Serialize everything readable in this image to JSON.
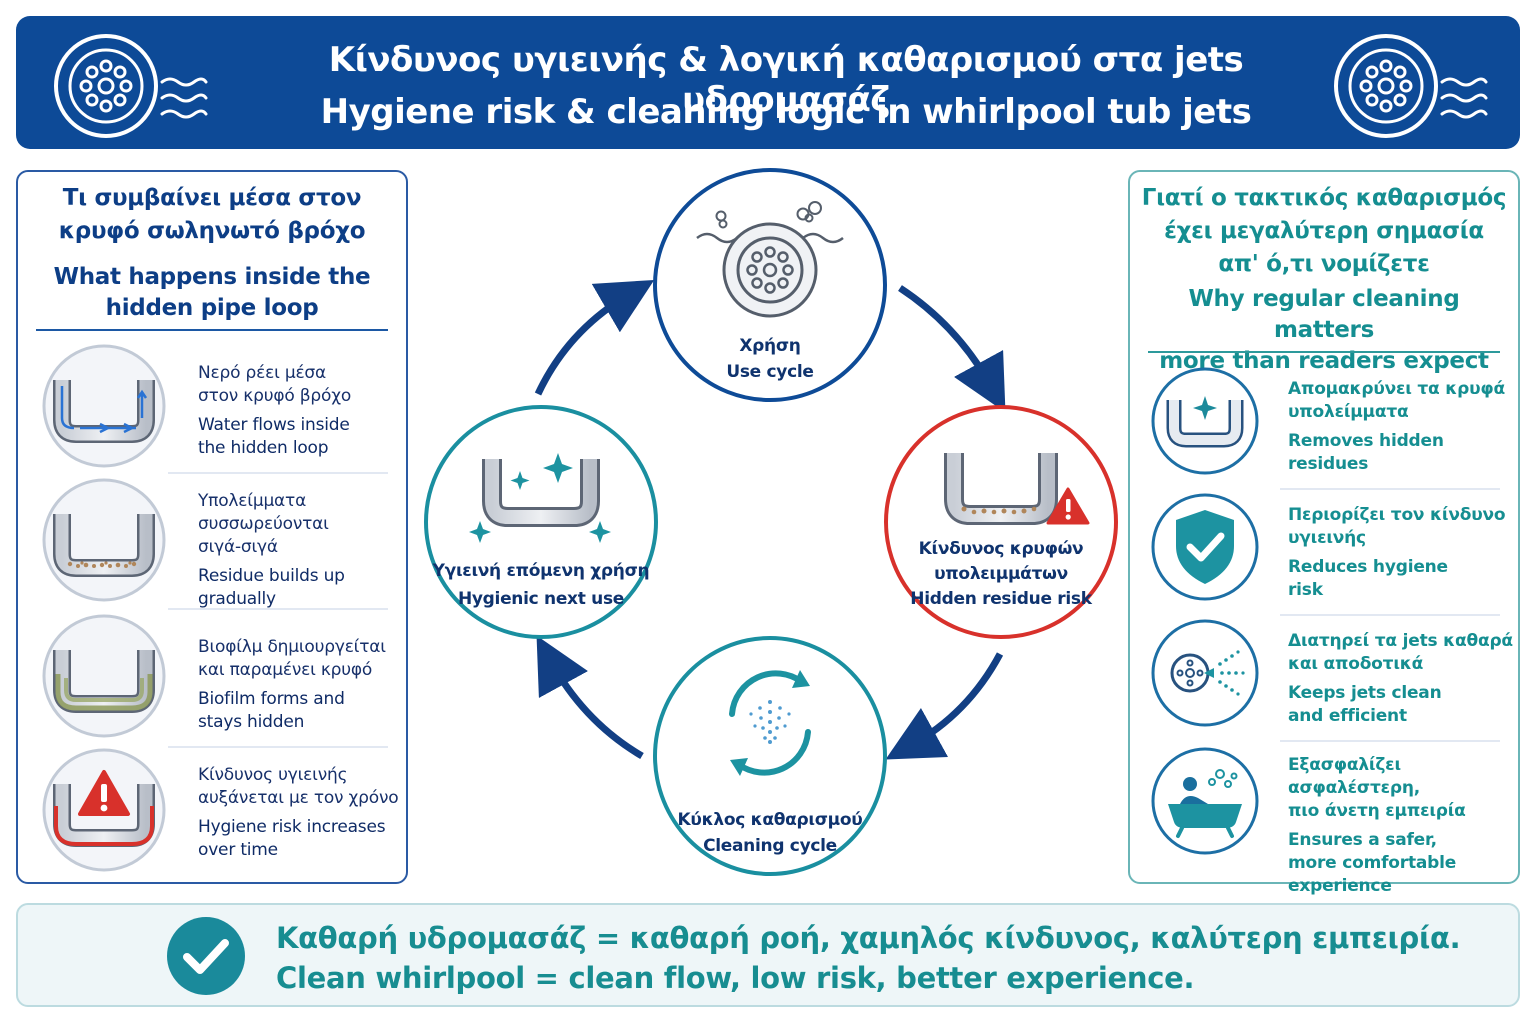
{
  "header": {
    "title_gr": "Κίνδυνος υγιεινής & λογική καθαρισμού στα jets υδρομασάζ",
    "title_en": "Hygiene risk & cleaning logic in whirlpool tub jets"
  },
  "left_panel": {
    "title_gr_1": "Τι συμβαίνει μέσα στον",
    "title_gr_2": "κρυφό σωληνωτό βρόχο",
    "title_en_1": "What happens inside the",
    "title_en_2": "hidden pipe loop",
    "items": [
      {
        "gr_1": "Νερό ρέει μέσα",
        "gr_2": "στον κρυφό βρόχο",
        "en_1": "Water flows inside",
        "en_2": "the hidden loop",
        "icon": "pipe-water-flow-icon"
      },
      {
        "gr_1": "Υπολείμματα",
        "gr_2": "συσσωρεύονται",
        "gr_3": "σιγά-σιγά",
        "en_1": "Residue builds up",
        "en_2": "gradually",
        "icon": "pipe-residue-icon"
      },
      {
        "gr_1": "Βιοφίλμ δημιουργείται",
        "gr_2": "και παραμένει κρυφό",
        "en_1": "Biofilm forms and",
        "en_2": "stays hidden",
        "icon": "pipe-biofilm-icon"
      },
      {
        "gr_1": "Κίνδυνος υγιεινής",
        "gr_2": "αυξάνεται με τον χρόνο",
        "en_1": "Hygiene risk increases",
        "en_2": "over time",
        "icon": "pipe-warning-icon"
      }
    ]
  },
  "right_panel": {
    "title_gr_1": "Γιατί ο τακτικός καθαρισμός",
    "title_gr_2": "έχει μεγαλύτερη σημασία",
    "title_gr_3": "απ' ό,τι νομίζετε",
    "title_en_1": "Why regular cleaning matters",
    "title_en_2": "more than readers expect",
    "items": [
      {
        "gr_1": "Απομακρύνει τα κρυφά",
        "gr_2": "υπολείμματα",
        "en_1": "Removes hidden",
        "en_2": "residues",
        "icon": "clean-pipe-sparkle-icon"
      },
      {
        "gr_1": "Περιορίζει τον κίνδυνο",
        "gr_2": "υγιεινής",
        "en_1": "Reduces hygiene",
        "en_2": "risk",
        "icon": "shield-check-icon"
      },
      {
        "gr_1": "Διατηρεί τα jets καθαρά",
        "gr_2": "και αποδοτικά",
        "en_1": "Keeps jets clean",
        "en_2": "and efficient",
        "icon": "jet-spray-icon"
      },
      {
        "gr_1": "Εξασφαλίζει ασφαλέστερη,",
        "gr_2": "πιο άνετη εμπειρία",
        "en_1": "Ensures a safer,",
        "en_2": "more comfortable",
        "en_3": "experience",
        "icon": "bathtub-person-icon"
      }
    ]
  },
  "cycle": {
    "top": {
      "gr": "Χρήση",
      "en": "Use cycle"
    },
    "right": {
      "gr_1": "Κίνδυνος κρυφών",
      "gr_2": "υπολειμμάτων",
      "en": "Hidden residue risk"
    },
    "bottom": {
      "gr": "Κύκλος καθαρισμού",
      "en": "Cleaning cycle"
    },
    "left": {
      "gr": "Υγιεινή επόμενη χρήση",
      "en": "Hygienic next use"
    }
  },
  "footer": {
    "line_gr": "Καθαρή υδρομασάζ = καθαρή ροή, χαμηλός κίνδυνος, καλύτερη εμπειρία.",
    "line_en": "Clean whirlpool = clean flow, low risk, better experience."
  },
  "colors": {
    "navy": "#0d4a97",
    "teal": "#158e91",
    "red": "#d8312b",
    "footer_bg": "#eef6f8"
  }
}
